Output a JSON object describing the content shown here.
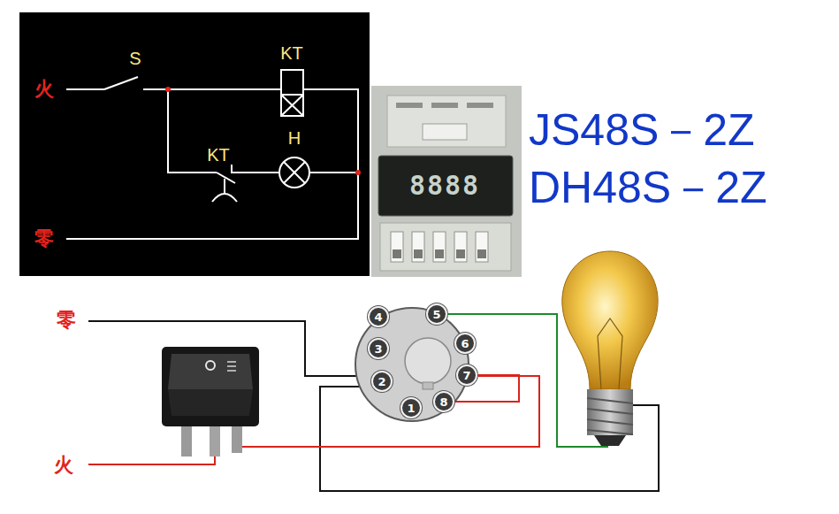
{
  "diagram": {
    "nodes": [
      {
        "text": [
          "4"
        ]
      },
      {
        "text": [
          "5"
        ]
      },
      {
        "text": [
          "3"
        ]
      },
      {
        "text": [
          "6"
        ]
      },
      {
        "text": [
          "2"
        ]
      },
      {
        "text": [
          "7"
        ]
      },
      {
        "text": [
          "1"
        ]
      },
      {
        "text": [
          "8"
        ]
      }
    ],
    "edges": [
      {
        "from": 5,
        "to": 7,
        "arrow": "none"
      }
    ],
    "labels": [
      "火",
      "S",
      "KT",
      "KT",
      "H",
      "零",
      "8888",
      "JS48S－2Z",
      "DH48S－2Z",
      "零",
      "火"
    ]
  }
}
